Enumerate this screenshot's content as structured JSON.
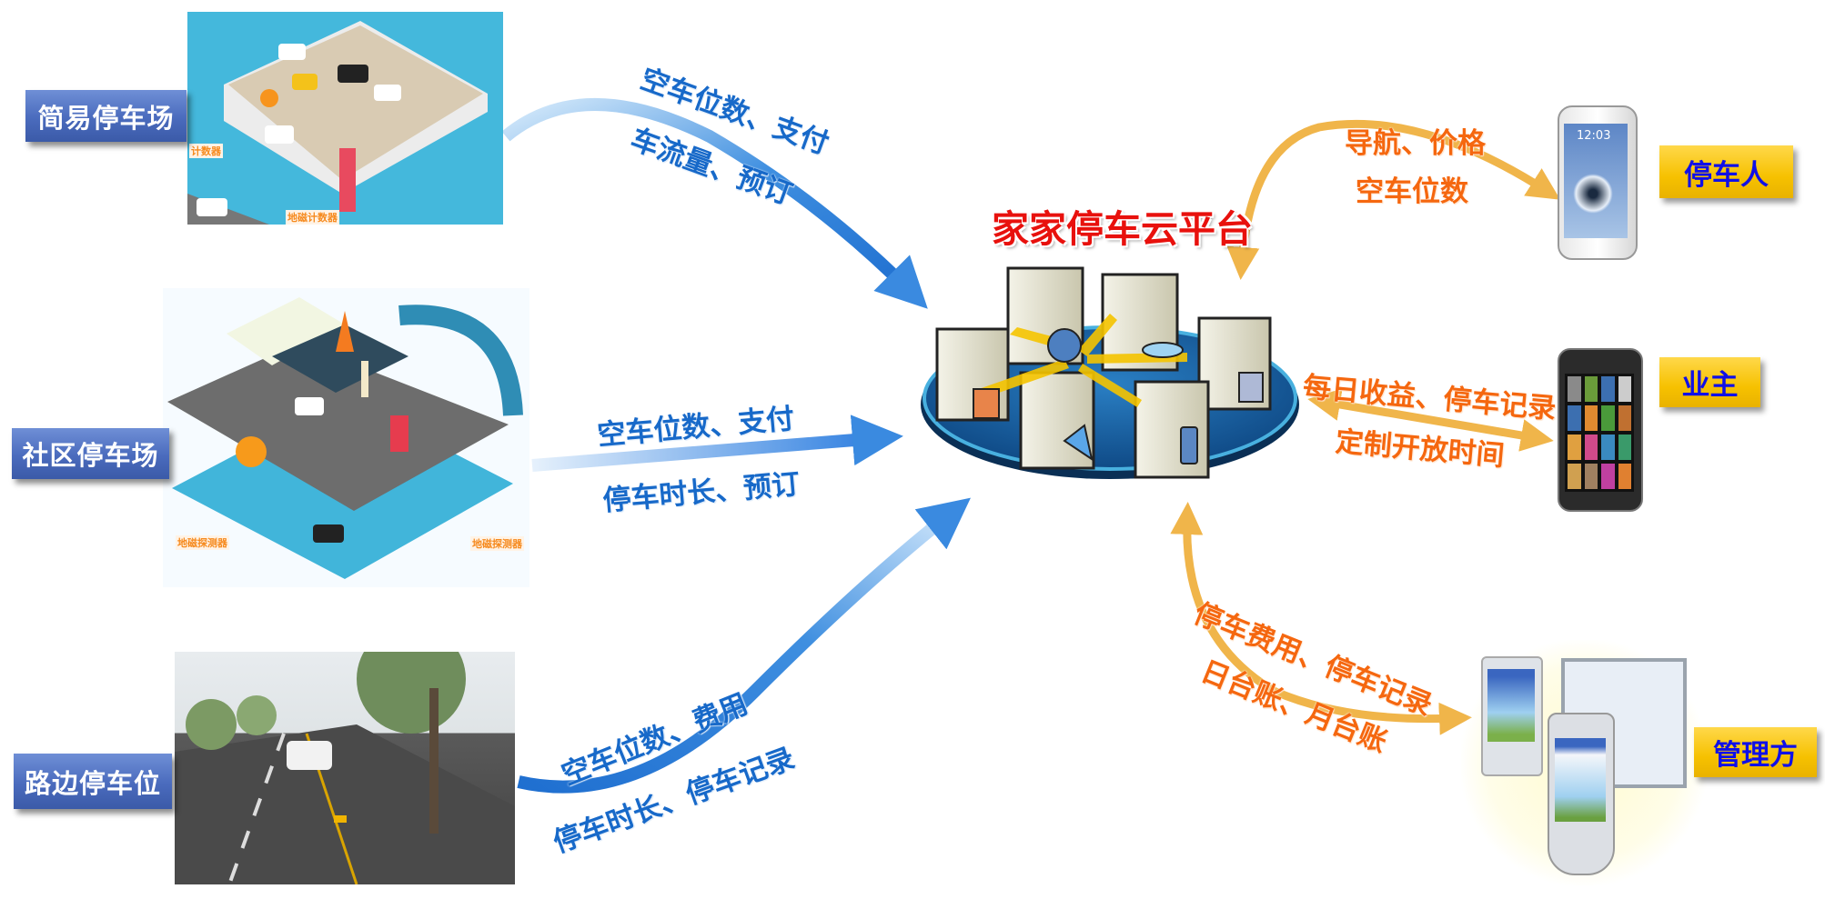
{
  "platform": {
    "title": "家家停车云平台"
  },
  "sources": [
    {
      "label": "简易停车场",
      "captions": [
        "计数器",
        "地磁计数器"
      ]
    },
    {
      "label": "社区停车场",
      "captions": [
        "地磁探测器",
        "地磁探测器"
      ]
    },
    {
      "label": "路边停车位"
    }
  ],
  "source_flows": [
    {
      "line1": "空车位数、支付",
      "line2": "车流量、预订"
    },
    {
      "line1": "空车位数、支付",
      "line2": "停车时长、预订"
    },
    {
      "line1": "空车位数、费用",
      "line2": "停车时长、停车记录"
    }
  ],
  "users": [
    {
      "label": "停车人",
      "line1": "导航、价格",
      "line2": "空车位数",
      "device_time": "12:03"
    },
    {
      "label": "业主",
      "line1": "每日收益、停车记录",
      "line2": "定制开放时间"
    },
    {
      "label": "管理方",
      "line1": "停车费用、停车记录",
      "line2": "日台账、月台账"
    }
  ],
  "colors": {
    "blue_text": "#1769c9",
    "orange_text": "#f5670f",
    "title_red": "#e8110d",
    "label_blue": "#4a6bbd",
    "label_yellow": "#f6c100"
  }
}
